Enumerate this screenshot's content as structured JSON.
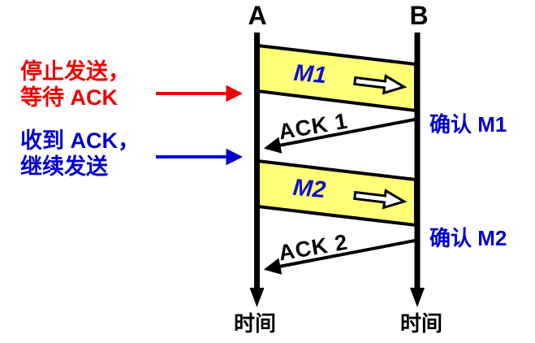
{
  "diagram": {
    "description": "stop-and-wait protocol timeline",
    "hosts": {
      "sender": "A",
      "receiver": "B"
    },
    "frames": [
      {
        "label": "M1"
      },
      {
        "label": "M2"
      }
    ],
    "acks": [
      {
        "label": "ACK 1"
      },
      {
        "label": "ACK 2"
      }
    ],
    "notes": {
      "stop": {
        "line1": "停止发送，",
        "line2": "等待 ACK"
      },
      "resume": {
        "line1": "收到 ACK，",
        "line2": "继续发送"
      },
      "confirm_m1": "确认 M1",
      "confirm_m2": "确认 M2"
    },
    "axis": {
      "sender_time": "时间",
      "receiver_time": "时间"
    },
    "colors": {
      "frame_fill": "#FFFF78",
      "blue": "#0000CC",
      "red": "#EE0000",
      "black": "#000000"
    }
  }
}
